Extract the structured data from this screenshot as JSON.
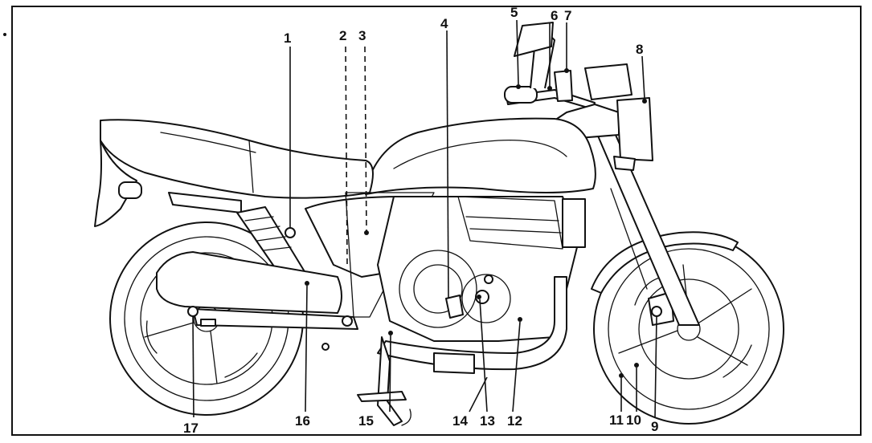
{
  "callouts": [
    {
      "id": "1",
      "text": "1"
    },
    {
      "id": "2",
      "text": "2"
    },
    {
      "id": "3",
      "text": "3"
    },
    {
      "id": "4",
      "text": "4"
    },
    {
      "id": "5",
      "text": "5"
    },
    {
      "id": "6",
      "text": "6"
    },
    {
      "id": "7",
      "text": "7"
    },
    {
      "id": "8",
      "text": "8"
    },
    {
      "id": "9",
      "text": "9"
    },
    {
      "id": "10",
      "text": "10"
    },
    {
      "id": "11",
      "text": "11"
    },
    {
      "id": "12",
      "text": "12"
    },
    {
      "id": "13",
      "text": "13"
    },
    {
      "id": "14",
      "text": "14"
    },
    {
      "id": "15",
      "text": "15"
    },
    {
      "id": "16",
      "text": "16"
    },
    {
      "id": "17",
      "text": "17"
    }
  ],
  "colors": {
    "ink": "#111111",
    "paper": "#ffffff"
  }
}
